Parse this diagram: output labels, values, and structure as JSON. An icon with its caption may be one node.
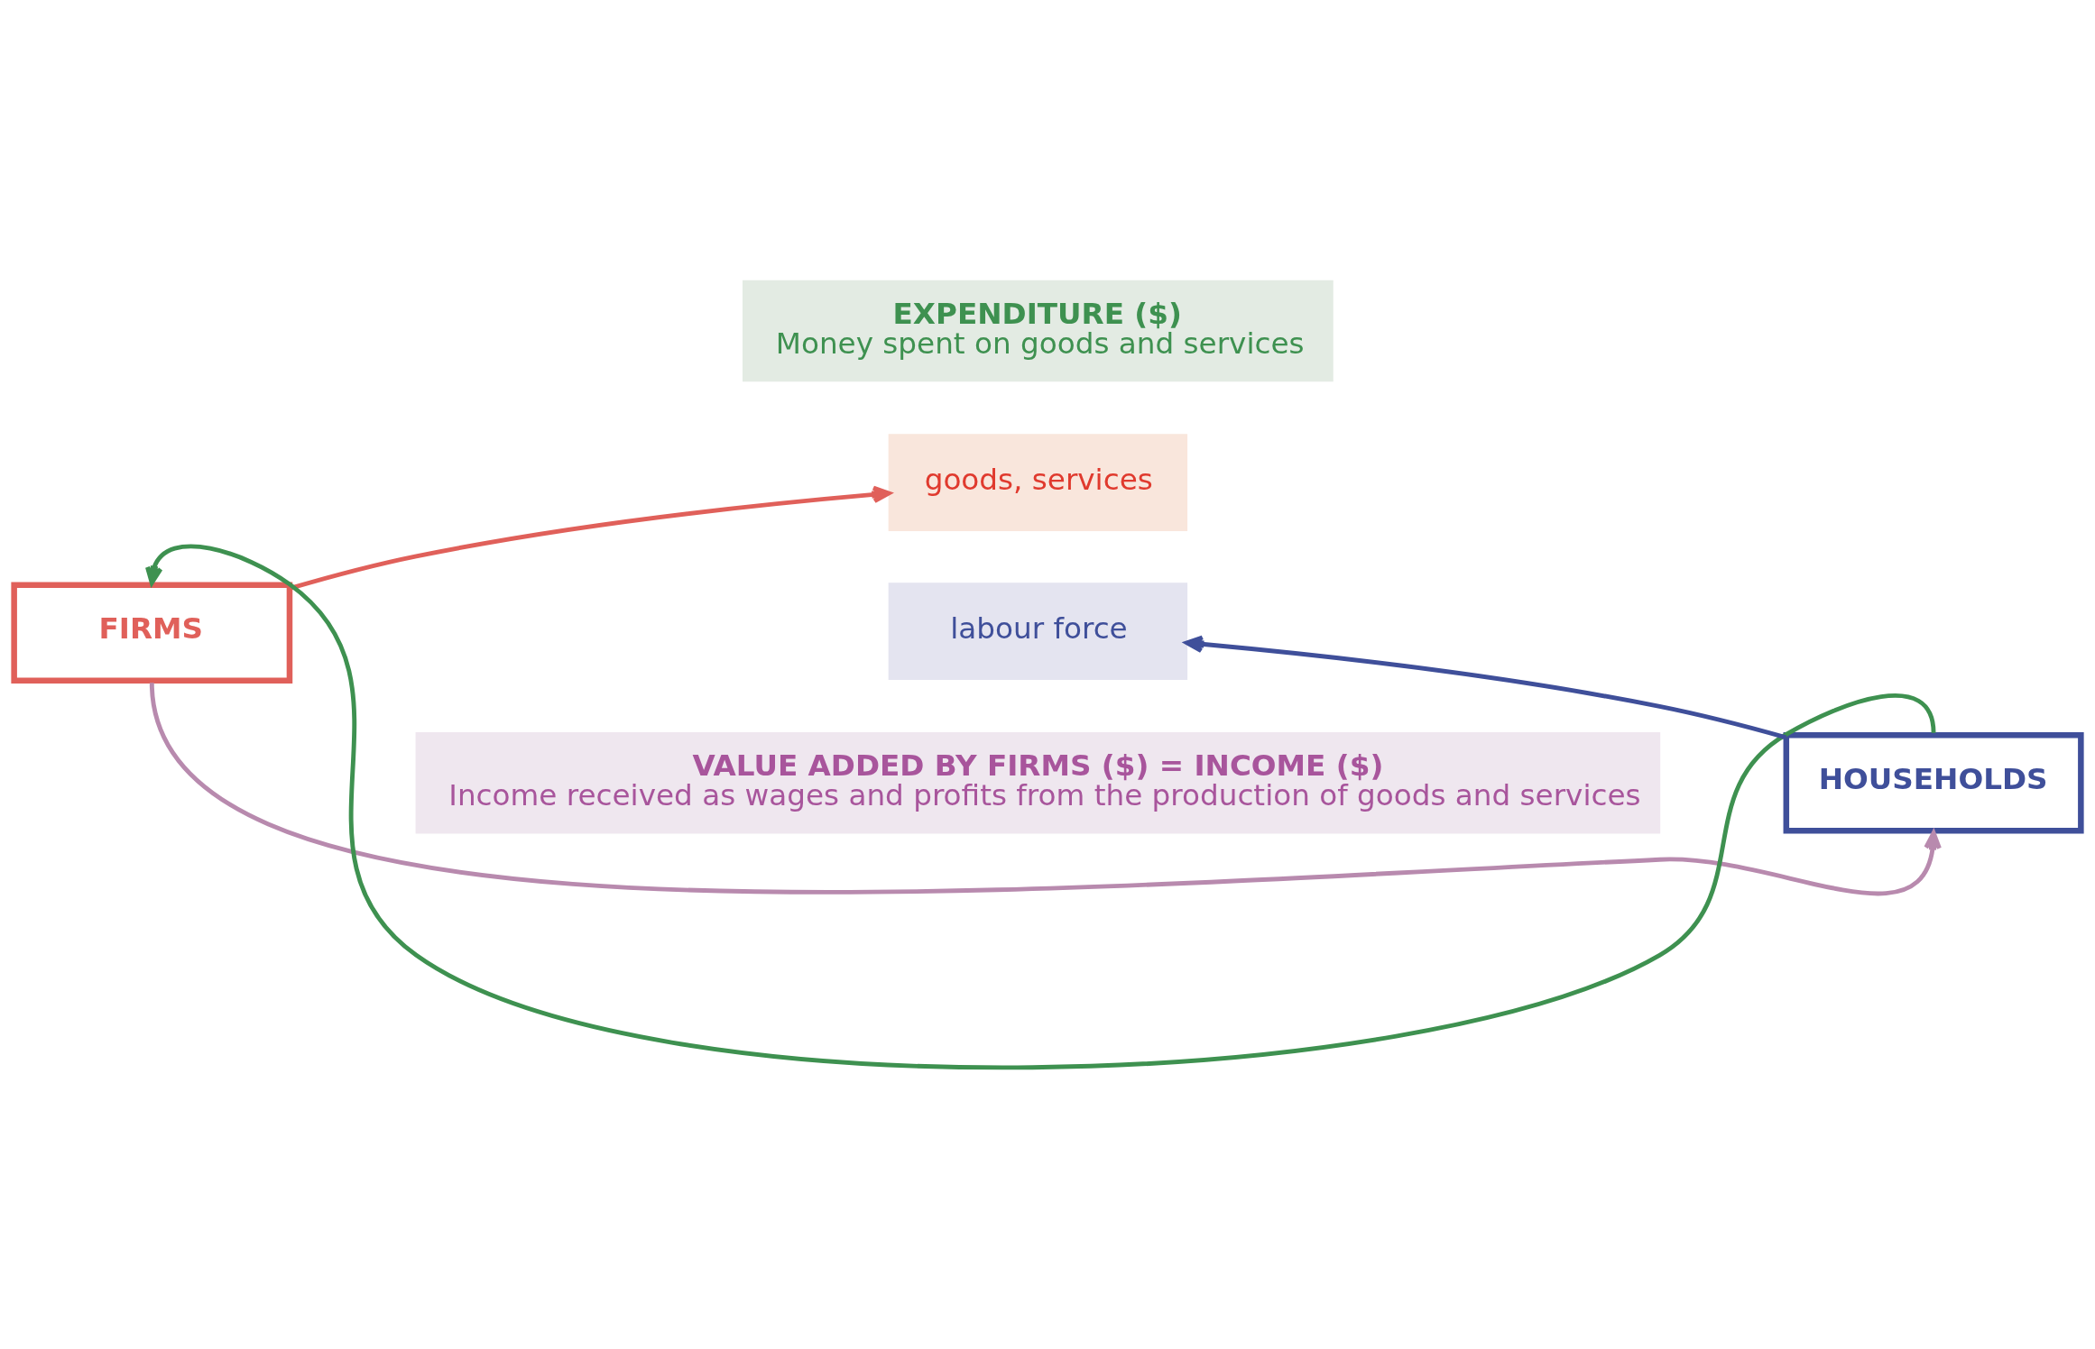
{
  "diagram": {
    "nodes": [
      {
        "text": [
          "EXPENDITURE ($)",
          "Money spent on goods and services"
        ]
      },
      {
        "text": [
          "VALUE ADDED BY FIRMS ($) = INCOME ($)",
          "Income received as wages and profits from the production of goods and services"
        ]
      },
      {
        "text": [
          "FIRMS"
        ]
      },
      {
        "text": [
          "HOUSEHOLDS"
        ]
      },
      {
        "text": [
          "goods, services"
        ]
      },
      {
        "text": [
          "labour force"
        ]
      }
    ],
    "edges": [
      {
        "from": 3,
        "to": 2,
        "arrow": "to",
        "color": "#3e9150"
      },
      {
        "from": 2,
        "to": 4,
        "arrow": "to",
        "color": "#e0605a"
      },
      {
        "from": 3,
        "to": 5,
        "arrow": "to",
        "color": "#3f4f9a"
      },
      {
        "from": 2,
        "to": 3,
        "arrow": "to",
        "color": "#b88aae"
      }
    ]
  }
}
